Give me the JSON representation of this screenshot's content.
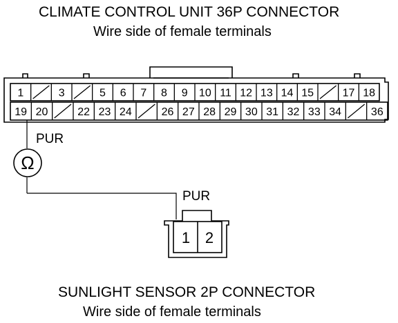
{
  "climate_connector": {
    "title": "CLIMATE CONTROL UNIT 36P CONNECTOR",
    "subtitle": "Wire side of female terminals",
    "row1": [
      "1",
      "",
      "3",
      "",
      "5",
      "6",
      "7",
      "8",
      "9",
      "10",
      "11",
      "12",
      "13",
      "14",
      "15",
      "",
      "17",
      "18"
    ],
    "row2": [
      "19",
      "20",
      "",
      "22",
      "23",
      "24",
      "",
      "26",
      "27",
      "28",
      "29",
      "30",
      "31",
      "32",
      "33",
      "34",
      "",
      "36"
    ]
  },
  "wire_color_top": "PUR",
  "wire_color_bottom": "PUR",
  "ohmmeter_symbol": "Ω",
  "sensor_connector": {
    "title": "SUNLIGHT SENSOR 2P CONNECTOR",
    "subtitle": "Wire side of female terminals",
    "pins": [
      "1",
      "2"
    ]
  }
}
